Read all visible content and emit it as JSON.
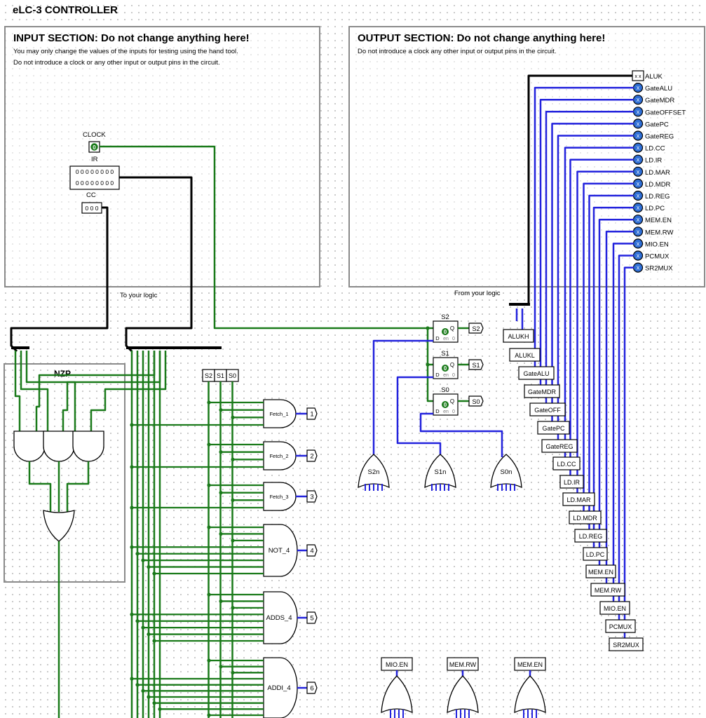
{
  "title": "eLC-3 CONTROLLER",
  "input_section": {
    "heading": "INPUT SECTION: Do not change anything here!",
    "line1": "You may only change the values of the inputs for testing using the hand tool.",
    "line2": "Do not introduce a clock or any other input or output pins in the circuit.",
    "clock_label": "CLOCK",
    "clock_value": "0",
    "ir_label": "IR",
    "ir_row1": "0 0 0 0 0 0 0 0",
    "ir_row2": "0 0 0 0 0 0 0 0",
    "cc_label": "CC",
    "cc_value": "0 0 0"
  },
  "output_section": {
    "heading": "OUTPUT SECTION: Do not change anything here!",
    "line1": "Do not introduce a clock any other input or output pins in the circuit.",
    "pins": [
      "ALUK",
      "GateALU",
      "GateMDR",
      "GateOFFSET",
      "GatePC",
      "GateREG",
      "LD.CC",
      "LD.IR",
      "LD.MAR",
      "LD.MDR",
      "LD.REG",
      "LD.PC",
      "MEM.EN",
      "MEM.RW",
      "MIO.EN",
      "PCMUX",
      "SR2MUX"
    ],
    "aluk_value": "x x",
    "pin_value": "X"
  },
  "to_your_logic": "To your logic",
  "from_your_logic": "From your logic",
  "nzp_label": "NZP",
  "state_tunnels": [
    "S2",
    "S1",
    "S0"
  ],
  "flipflops": [
    {
      "name": "S2",
      "value": "0",
      "q": "Q",
      "d": "D",
      "en": "en",
      "zero": "0",
      "out": "S2"
    },
    {
      "name": "S1",
      "value": "0",
      "q": "Q",
      "d": "D",
      "en": "en",
      "zero": "0",
      "out": "S1"
    },
    {
      "name": "S0",
      "value": "0",
      "q": "Q",
      "d": "D",
      "en": "en",
      "zero": "0",
      "out": "S0"
    }
  ],
  "next_state_gates": [
    "S2n",
    "S1n",
    "S0n"
  ],
  "and_gates": [
    {
      "label": "Fetch_1",
      "num": "1"
    },
    {
      "label": "Fetch_2",
      "num": "2"
    },
    {
      "label": "Fetch_3",
      "num": "3"
    },
    {
      "label": "NOT_4",
      "num": "4"
    },
    {
      "label": "ADDS_4",
      "num": "5"
    },
    {
      "label": "ADDI_4",
      "num": "6"
    }
  ],
  "output_tunnels": [
    "ALUKH",
    "ALUKL",
    "GateALU",
    "GateMDR",
    "GateOFF",
    "GatePC",
    "GateREG",
    "LD.CC",
    "LD.IR",
    "LD.MAR",
    "LD.MDR",
    "LD.REG",
    "LD.PC",
    "MEM.EN",
    "MEM.RW",
    "MIO.EN",
    "PCMUX",
    "SR2MUX"
  ],
  "bottom_or_gates": [
    "MIO.EN",
    "MEM.RW",
    "MEM.EN"
  ],
  "colors": {
    "wire_on": "#1a7a1a",
    "wire_bus": "#000000",
    "wire_blue": "#2222dd",
    "section_border": "#8a8a8a"
  }
}
